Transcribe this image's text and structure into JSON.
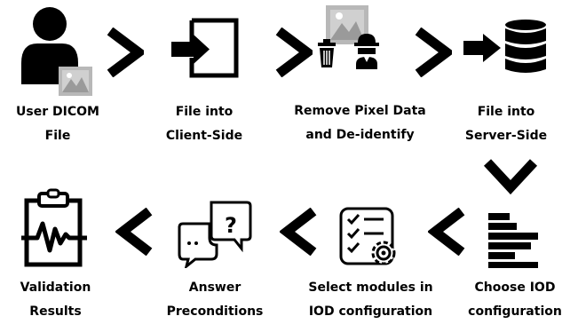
{
  "steps": [
    {
      "id": "user-dicom-file",
      "lines": [
        "User DICOM",
        "File"
      ],
      "icon": "user-with-image-icon"
    },
    {
      "id": "file-into-client-side",
      "lines": [
        "File into",
        "Client-Side"
      ],
      "icon": "file-import-icon"
    },
    {
      "id": "remove-pixel-data",
      "lines": [
        "Remove Pixel Data",
        "and De-identify"
      ],
      "icon": "trash-and-anonymous-user-icon"
    },
    {
      "id": "file-into-server-side",
      "lines": [
        "File into",
        "Server-Side"
      ],
      "icon": "database-import-icon"
    },
    {
      "id": "choose-iod-configuration",
      "lines": [
        "Choose IOD",
        "configuration"
      ],
      "icon": "list-bars-icon"
    },
    {
      "id": "select-modules",
      "lines": [
        "Select modules in",
        "IOD configuration"
      ],
      "icon": "checklist-gear-icon"
    },
    {
      "id": "answer-preconditions",
      "lines": [
        "Answer",
        "Preconditions"
      ],
      "icon": "chat-question-icon"
    },
    {
      "id": "validation-results",
      "lines": [
        "Validation",
        "Results"
      ],
      "icon": "clipboard-pulse-icon"
    }
  ],
  "arrows": [
    "chevron-right-icon",
    "chevron-right-icon",
    "chevron-right-icon",
    "chevron-down-icon",
    "chevron-left-icon",
    "chevron-left-icon",
    "chevron-left-icon"
  ],
  "colors": {
    "icon": "#000000",
    "image_placeholder": "#b3b3b3",
    "background": "#ffffff"
  }
}
